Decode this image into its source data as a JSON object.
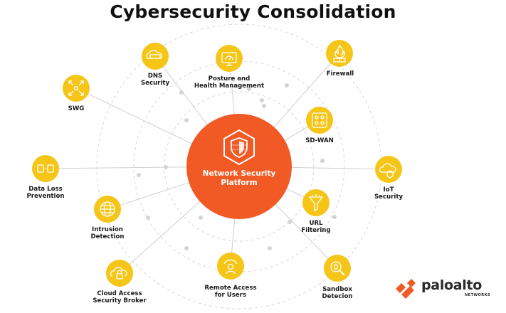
{
  "title": "Cybersecurity Consolidation",
  "hub": {
    "label": "Network Security\nPlatform",
    "icon": "shield-hexagon-icon"
  },
  "colors": {
    "accent": "#f5c518",
    "hub": "#f15a24",
    "line": "#cfcfcf",
    "ring": "#d6d6d6"
  },
  "nodes": [
    {
      "label": "DNS\nSecurity",
      "icon": "dns-cloud-icon"
    },
    {
      "label": "Posture and\nHealth Management",
      "icon": "dashboard-monitor-icon"
    },
    {
      "label": "Firewall",
      "icon": "firewall-flame-icon"
    },
    {
      "label": "SWG",
      "icon": "arrows-expand-icon"
    },
    {
      "label": "SD-WAN",
      "icon": "network-nodes-icon"
    },
    {
      "label": "Data Loss\nPrevention",
      "icon": "data-transfer-icon"
    },
    {
      "label": "IoT\nSecurity",
      "icon": "iot-cloud-icon"
    },
    {
      "label": "Intrusion\nDetection",
      "icon": "globe-icon"
    },
    {
      "label": "URL\nFiltering",
      "icon": "filter-funnel-icon"
    },
    {
      "label": "Cloud Access\nSecurity Broker",
      "icon": "cloud-lock-icon"
    },
    {
      "label": "Remote Access\nfor Users",
      "icon": "remote-user-icon"
    },
    {
      "label": "Sandbox\nDetecion",
      "icon": "magnifier-icon"
    }
  ],
  "logo": {
    "word": "paloalto",
    "sub": "NETWORKS",
    "icon": "paloalto-chevrons-icon"
  }
}
